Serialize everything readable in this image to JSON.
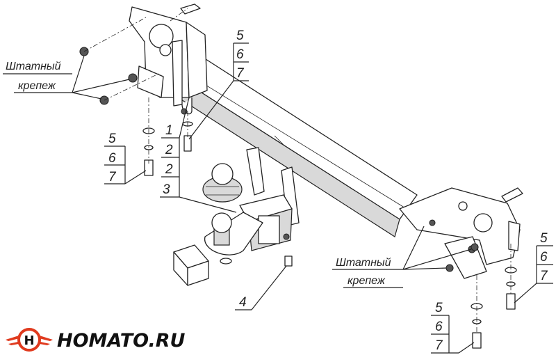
{
  "callouts": {
    "top_center": [
      "5",
      "6",
      "7"
    ],
    "left_bolt": [
      "5",
      "6",
      "7"
    ],
    "right_bolt": [
      "5",
      "6",
      "7"
    ],
    "bottom_bolt": [
      "5",
      "6",
      "7"
    ],
    "assembly": [
      "1",
      "2",
      "2",
      "3"
    ],
    "bolt_4": "4"
  },
  "notes": {
    "left_fixing": [
      "Штатный",
      "крепеж"
    ],
    "right_fixing": [
      "Штатный",
      "крепеж"
    ]
  },
  "brand": {
    "name": "HOMATO.RU",
    "accent_color": "#e03a1e",
    "icon": "wing-h-logo-icon"
  }
}
